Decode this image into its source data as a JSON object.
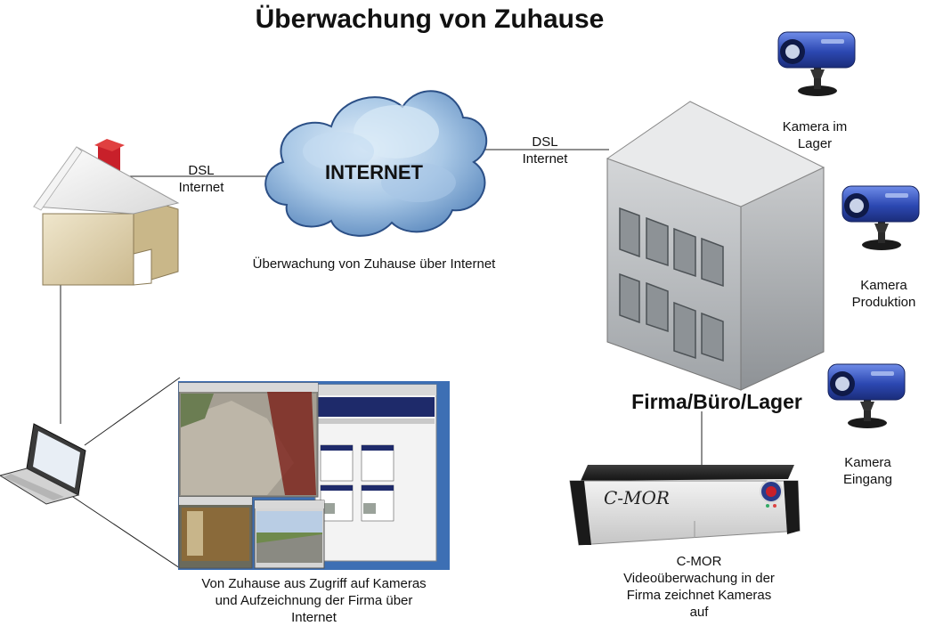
{
  "title": "Überwachung von Zuhause",
  "cloud": {
    "label": "INTERNET"
  },
  "labels": {
    "dsl_left_1": "DSL",
    "dsl_left_2": "Internet",
    "dsl_right_1": "DSL",
    "dsl_right_2": "Internet",
    "cloud_caption": "Überwachung von Zuhause über Internet",
    "building": "Firma/Büro/Lager",
    "cam1_1": "Kamera im",
    "cam1_2": "Lager",
    "cam2_1": "Kamera",
    "cam2_2": "Produktion",
    "cam3_1": "Kamera",
    "cam3_2": "Eingang",
    "dvr_brand": "C-MOR",
    "dvr_1": "C-MOR",
    "dvr_2": "Videoüberwachung in der",
    "dvr_3": "Firma zeichnet Kameras",
    "dvr_4": "auf",
    "screens_1": "Von Zuhause aus Zugriff auf Kameras",
    "screens_2": "und Aufzeichnung der Firma über",
    "screens_3": "Internet"
  },
  "colors": {
    "cloud_fill": "#6c98c8",
    "cloud_light": "#cfe3f4",
    "camera_blue": "#2f4fb8",
    "building_gray": "#b9bcbf",
    "house_wall": "#e6dcc0",
    "chimney": "#c8202a",
    "desktop_blue": "#3d6fb4",
    "browser_navy": "#1e2a6a"
  }
}
